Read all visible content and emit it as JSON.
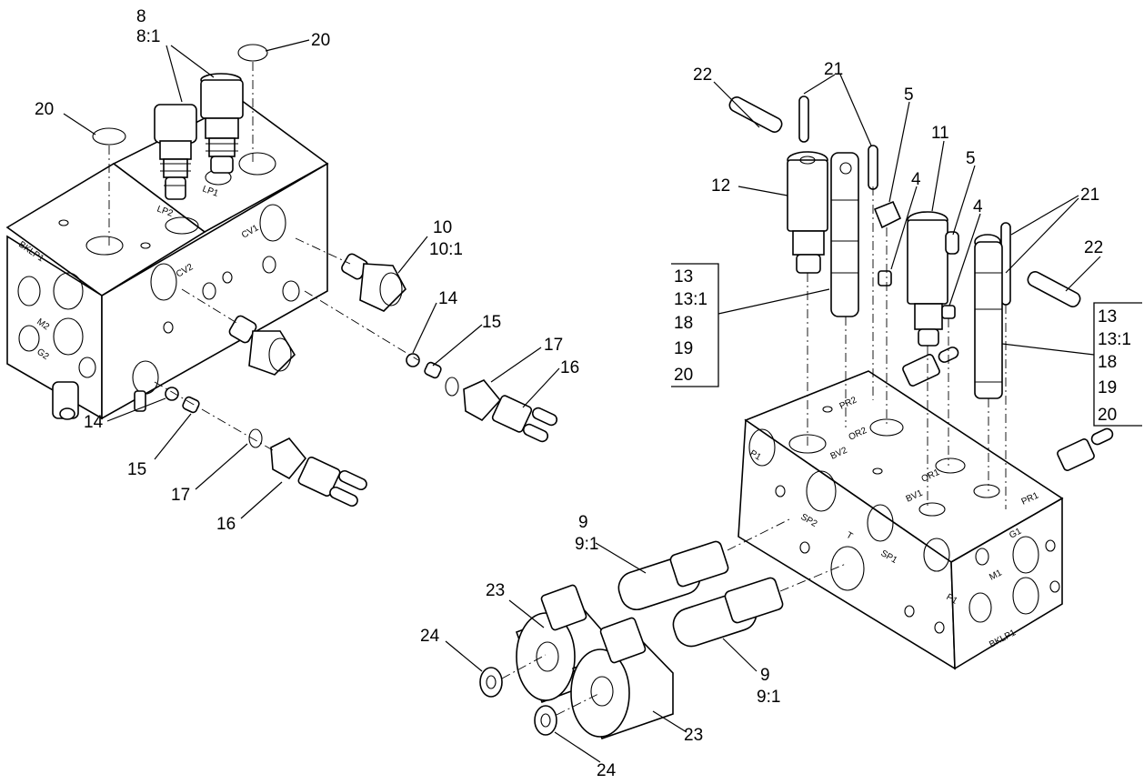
{
  "callouts": {
    "c8": "8",
    "c8_1": "8:1",
    "c20_top": "20",
    "c20_left": "20",
    "c10": "10",
    "c10_1": "10:1",
    "c14_a": "14",
    "c15_a": "15",
    "c17_a": "17",
    "c16_a": "16",
    "c14_b": "14",
    "c15_b": "15",
    "c17_b": "17",
    "c16_b": "16",
    "c22_top": "22",
    "c21_top": "21",
    "c5_a": "5",
    "c11": "11",
    "c5_b": "5",
    "c4_a": "4",
    "c4_b": "4",
    "c12": "12",
    "c21_right": "21",
    "c22_right": "22",
    "c9_a": "9",
    "c9_1_a": "9:1",
    "c9_b": "9",
    "c9_1_b": "9:1",
    "c23_a": "23",
    "c23_b": "23",
    "c24_a": "24",
    "c24_b": "24"
  },
  "left_box": {
    "items": [
      "13",
      "13:1",
      "18",
      "19",
      "20"
    ]
  },
  "right_box": {
    "items": [
      "13",
      "13:1",
      "18",
      "19",
      "20"
    ]
  },
  "port_labels": {
    "bklp1_left": "BKLP1",
    "m2_left": "M2",
    "g2_left": "G2",
    "cv1": "CV1",
    "cv2": "CV2",
    "lp1": "LP1",
    "lp2": "LP2",
    "or2": "OR2",
    "or1": "OR1",
    "bv1": "BV1",
    "bv2": "BV2",
    "pr2": "PR2",
    "pr1": "PR1",
    "p1_side": "P1",
    "p1_front": "P1",
    "sp2": "SP2",
    "sp1": "SP1",
    "t": "T",
    "g1": "G1",
    "m1": "M1",
    "bklp1_right": "BKLP1"
  }
}
